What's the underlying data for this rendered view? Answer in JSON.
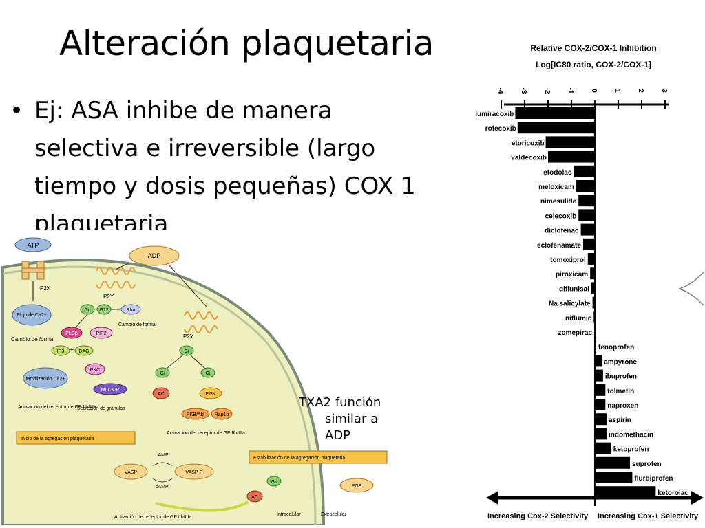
{
  "slide": {
    "title": "Alteración plaquetaria",
    "bullet_lines": [
      "Ej: ASA inhibe de manera",
      "selectiva e irreversible (largo",
      "tiempo y dosis pequeñas) COX 1",
      "plaquetaria"
    ],
    "note_lines": [
      "TXA2 función",
      "similar a",
      "ADP"
    ]
  },
  "platelet_diagram": {
    "atp": "ATP",
    "p2x1": "P2X",
    "adp": "ADP",
    "p2y1": "P2Y",
    "p2y12": "P2Y",
    "gq": "Gq",
    "g12": "G12",
    "rho": "Rho",
    "cambio_forma": "Cambio de forma",
    "flujo": "Flujo de Ca2+",
    "cambio_forma_left": "Cambio de forma",
    "plcb": "PLCβ",
    "pip2": "PIP2",
    "ip3": "IP3",
    "plus": "+",
    "dag": "DAG",
    "pkc": "PKC",
    "movilizacion": "Movilización Ca2+",
    "mlckp": "MLCK-P",
    "activacion_left": "Activación del receptor de GP IIb/IIIa",
    "secrecion": "Secreción de gránulos",
    "inicio": "Inicio de la agregación plaquetaria",
    "gi_left": "Gi",
    "gi_right": "Gi",
    "gi_center": "Gi",
    "ac": "AC",
    "pi3k": "PI3K",
    "pkbakt": "PKB/Akt",
    "rap1b": "Rap1b",
    "activacion_center": "Activación del receptor de GP IIb/IIIa",
    "camp_top": "cAMP",
    "camp_bottom": "cAMP",
    "estabilizacion": "Estabilización de la agregación plaquetaria",
    "vasp": "VASP",
    "vaspp": "VASP-P",
    "activacion_bottom": "Activación de receptor de GP IIb/IIIa",
    "gs": "Gs",
    "ac_right": "AC",
    "pge": "PGE",
    "intracelular": "Intracelular",
    "extracelular": "Extracelular"
  },
  "chart_data": {
    "type": "bar",
    "orientation": "horizontal",
    "title": "Relative COX-2/COX-1 Inhibition",
    "subtitle": "Log[IC80 ratio, COX-2/COX-1]",
    "xlim": [
      -4.2,
      3
    ],
    "ticks": [
      "-4",
      "-3",
      "-2",
      "-1",
      "0",
      "1",
      "2",
      "3"
    ],
    "categories": [
      "lumiracoxib",
      "rofecoxib",
      "etoricoxib",
      "valdecoxib",
      "etodolac",
      "meloxicam",
      "nimesulide",
      "celecoxib",
      "diclofenac",
      "eclofenamate",
      "tomoxiprol",
      "piroxicam",
      "diflunisal",
      "Na salicylate",
      "niflumic",
      "zomepirac",
      "fenoprofen",
      "ampyrone",
      "ibuprofen",
      "tolmetin",
      "naproxen",
      "aspirin",
      "indomethacin",
      "ketoprofen",
      "suprofen",
      "flurbiprofen",
      "ketorolac"
    ],
    "values": [
      -3.4,
      -3.3,
      -2.1,
      -2.0,
      -0.9,
      -0.8,
      -0.7,
      -0.7,
      -0.6,
      -0.5,
      -0.3,
      -0.2,
      -0.15,
      -0.1,
      -0.05,
      -0.03,
      0.02,
      0.3,
      0.35,
      0.45,
      0.45,
      0.5,
      0.5,
      0.7,
      1.5,
      1.6,
      2.6
    ],
    "bottom_left": "Increasing Cox-2 Selectivity",
    "bottom_right": "Increasing Cox-1 Selectivity"
  }
}
